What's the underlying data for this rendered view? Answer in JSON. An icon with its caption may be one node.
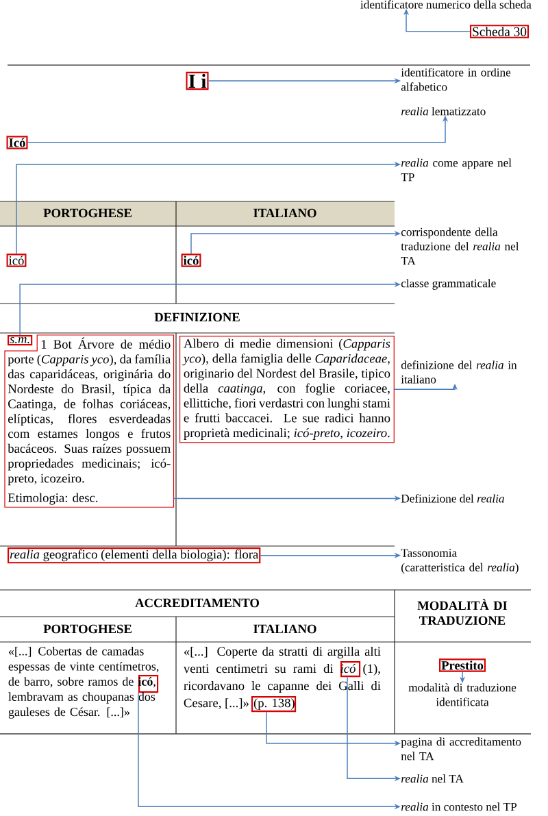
{
  "diagram": {
    "nodes": [
      {
        "text": [
          "identificatore numerico della scheda"
        ]
      },
      {
        "text": [
          "Scheda 30"
        ]
      },
      {
        "text": [
          "I i"
        ]
      },
      {
        "text": [
          "identificatore in ordine alfabetico"
        ]
      },
      {
        "text": [
          "Icó"
        ]
      },
      {
        "text": [
          "*realia* lematizzato"
        ]
      },
      {
        "text": [
          "icó"
        ]
      },
      {
        "text": [
          "*realia* come appare nel TP"
        ]
      },
      {
        "text": [
          "icó"
        ]
      },
      {
        "text": [
          "corrispondente della traduzione del *realia* nel TA"
        ]
      },
      {
        "text": [
          "classe grammaticale"
        ]
      },
      {
        "text": [
          "s.m."
        ]
      },
      {
        "text": [
          "1 Bot Árvore de médio porte (*Capparis yco*), da família das caparidáceas, originária do Nordeste do Brasil, típica da Caatinga, de folhas coriáceas, elípticas, flores esverdeadas com estames longos e frutos bacáceos. Suas raízes possuem propriedades medicinais; icó-preto, icozeiro.",
          "Etimologia: desc."
        ]
      },
      {
        "text": [
          "Albero di medie dimensioni (*Capparis yco*), della famiglia delle *Caparidaceae*, originario del Nordest del Brasile, tipico della *caatinga*, con foglie coriacee, ellittiche, fiori verdastri con lunghi stami e frutti baccacei. Le sue radici hanno proprietà medicinali; *icó-preto*, *icozeiro*."
        ]
      },
      {
        "text": [
          "definizione del *realia* in italiano"
        ]
      },
      {
        "text": [
          "Definizione del *realia*"
        ]
      },
      {
        "text": [
          "*realia* geografico (elementi della biologia): flora"
        ]
      },
      {
        "text": [
          "Tassonomia (caratteristica del *realia*)"
        ]
      },
      {
        "text": [],
        "shape": "box"
      },
      {
        "text": [],
        "shape": "box"
      },
      {
        "text": [],
        "shape": "box"
      },
      {
        "text": [
          "Prestito"
        ]
      },
      {
        "text": [
          "modalità di traduzione identificata"
        ]
      },
      {
        "text": [
          "pagina di accreditamento nel TA"
        ]
      },
      {
        "text": [
          "*realia* nel TA"
        ]
      },
      {
        "text": [
          "*realia* in contesto nel TP"
        ]
      }
    ],
    "edges": [
      {
        "from": 1,
        "to": 0,
        "arrow": "to"
      },
      {
        "from": 2,
        "to": 3,
        "arrow": "to"
      },
      {
        "from": 4,
        "to": 5,
        "arrow": "to"
      },
      {
        "from": 6,
        "to": 7,
        "arrow": "to"
      },
      {
        "from": 8,
        "to": 9,
        "arrow": "to"
      },
      {
        "from": 11,
        "to": 10,
        "arrow": "to"
      },
      {
        "from": 13,
        "to": 14,
        "arrow": "to"
      },
      {
        "from": 12,
        "to": 15,
        "arrow": "to"
      },
      {
        "from": 16,
        "to": 17,
        "arrow": "to"
      },
      {
        "from": 21,
        "to": 22,
        "arrow": "to"
      },
      {
        "from": 20,
        "to": 23,
        "arrow": "to"
      },
      {
        "from": 19,
        "to": 24,
        "arrow": "to"
      },
      {
        "from": 18,
        "to": 25,
        "arrow": "to"
      }
    ],
    "labels": [
      "PORTOGHESE",
      "ITALIANO",
      "DEFINIZIONE",
      "ACCREDITAMENTO",
      "MODALITÀ DI TRADUZIONE",
      "PORTOGHESE",
      "ITALIANO",
      "«[...] Cobertas de camadas espessas de vinte centímetros, de barro, sobre ramos de **icó**, lembravam as choupanas dos gauleses de César. [...]»",
      "«[...] Coperte da stratti di argilla alti venti centimetri su rami di *icó* (1), ricordavano le capanne dei Galli di Cesare, [...]» (p. 138)"
    ]
  }
}
